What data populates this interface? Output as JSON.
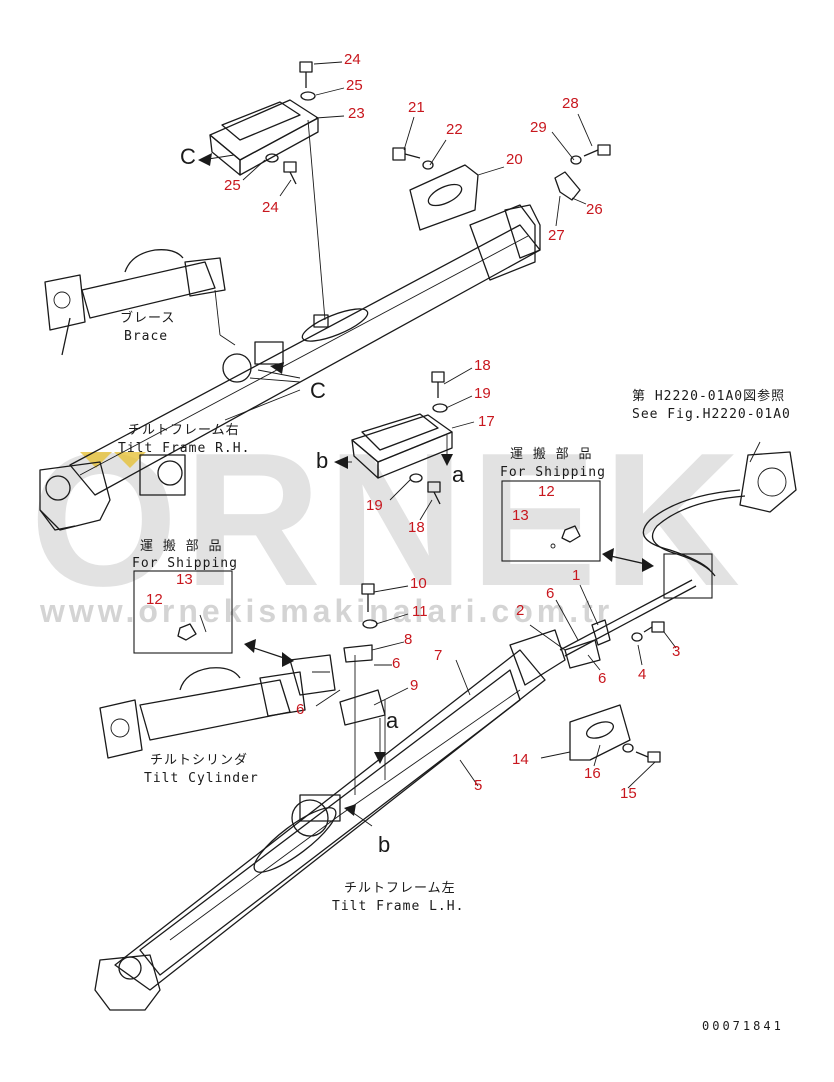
{
  "watermark": {
    "brand": "ORNEK",
    "url": "www.ornekismakinalari.com.tr"
  },
  "labels": {
    "brace_jp": "ブレース",
    "brace_en": "Brace",
    "frame_rh_jp": "チルトフレーム右",
    "frame_rh_en": "Tilt Frame R.H.",
    "frame_lh_jp": "チルトフレーム左",
    "frame_lh_en": "Tilt Frame L.H.",
    "cylinder_jp": "チルトシリンダ",
    "cylinder_en": "Tilt Cylinder",
    "ship1_jp": "運 搬 部 品",
    "ship1_en": "For Shipping",
    "ship2_jp": "運 搬 部 品",
    "ship2_en": "For Shipping",
    "ref_jp": "第 H2220-01A0図参照",
    "ref_en": "See Fig.H2220-01A0",
    "serial": "00071841"
  },
  "view_letters": {
    "C_top": "C",
    "C_mid": "C",
    "b_left": "b",
    "a_right": "a",
    "a_lower": "a",
    "b_lower": "b"
  },
  "callouts": {
    "n24a": "24",
    "n25a": "25",
    "n23": "23",
    "n25b": "25",
    "n24b": "24",
    "n21": "21",
    "n22": "22",
    "n20": "20",
    "n28": "28",
    "n29": "29",
    "n26": "26",
    "n27": "27",
    "n18a": "18",
    "n19a": "19",
    "n17": "17",
    "n19b": "19",
    "n18b": "18",
    "n12a": "12",
    "n13a": "13",
    "n13b": "13",
    "n12b": "12",
    "n10": "10",
    "n11": "11",
    "n8": "8",
    "n6a": "6",
    "n9": "9",
    "n6b": "6",
    "n7": "7",
    "n2": "2",
    "n1": "1",
    "n6c": "6",
    "n6d": "6",
    "n4": "4",
    "n3": "3",
    "n14": "14",
    "n16": "16",
    "n15": "15",
    "n5": "5"
  }
}
